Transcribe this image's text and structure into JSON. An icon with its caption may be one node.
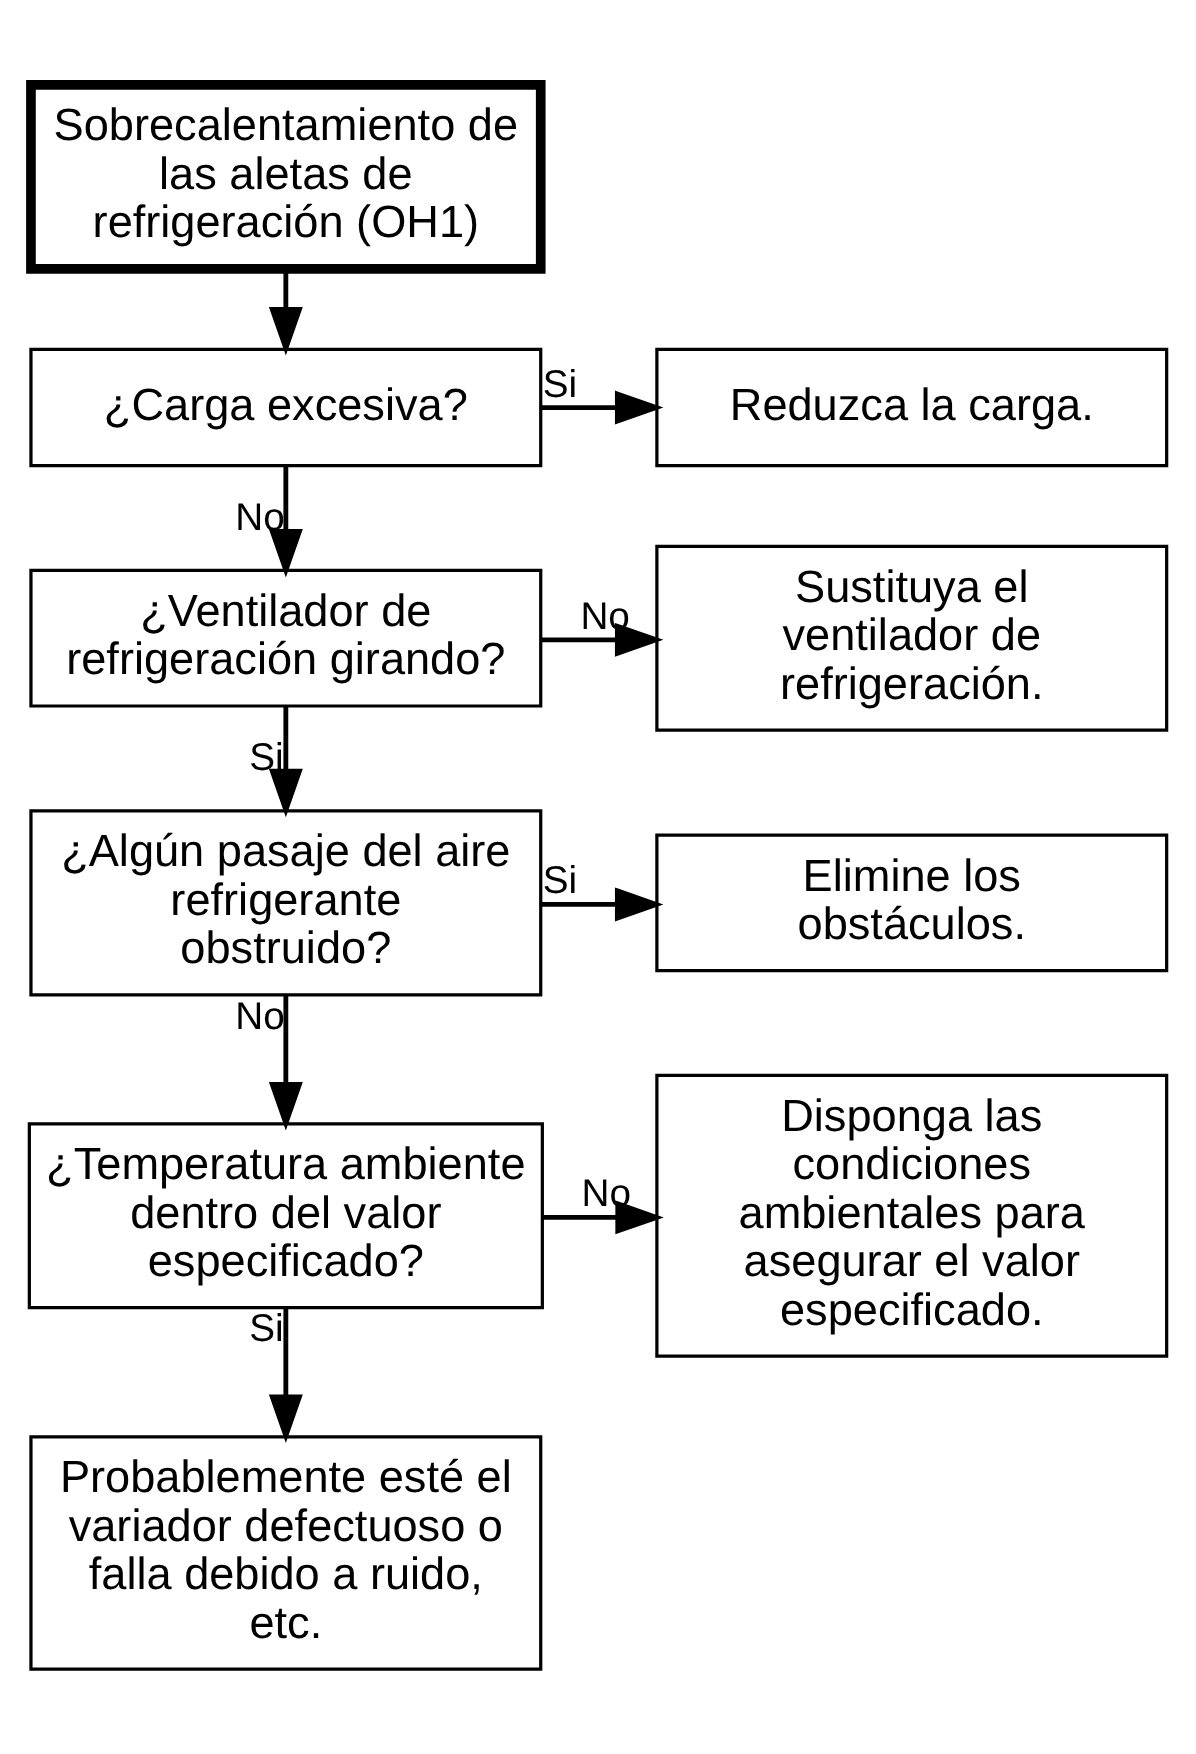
{
  "diagram": {
    "nodes": [
      {
        "text": [
          "Sobrecalentamiento de las aletas de refrigeración (OH1)"
        ]
      },
      {
        "text": [
          "¿Carga excesiva?"
        ]
      },
      {
        "text": [
          "Reduzca la carga."
        ]
      },
      {
        "text": [
          "¿Ventilador de refrigeración girando?"
        ]
      },
      {
        "text": [
          "Sustituya el ventilador de refrigeración."
        ]
      },
      {
        "text": [
          "¿Algún pasaje del aire refrigerante obstruido?"
        ]
      },
      {
        "text": [
          "Elimine los obstáculos."
        ]
      },
      {
        "text": [
          "¿Temperatura ambiente dentro del valor especificado?"
        ]
      },
      {
        "text": [
          "Disponga las condiciones ambientales para asegurar el valor especificado."
        ]
      },
      {
        "text": [
          "Probablemente esté el variador defectuoso o falla debido a ruido, etc."
        ]
      }
    ],
    "edges": [
      {
        "from": 0,
        "to": 1,
        "arrow": "to"
      },
      {
        "from": 1,
        "to": 2,
        "arrow": "to",
        "label": "Si"
      },
      {
        "from": 1,
        "to": 3,
        "arrow": "to",
        "label": "No"
      },
      {
        "from": 3,
        "to": 4,
        "arrow": "to",
        "label": "No"
      },
      {
        "from": 3,
        "to": 5,
        "arrow": "to",
        "label": "Si"
      },
      {
        "from": 5,
        "to": 6,
        "arrow": "to",
        "label": "Si"
      },
      {
        "from": 5,
        "to": 7,
        "arrow": "to",
        "label": "No"
      },
      {
        "from": 7,
        "to": 8,
        "arrow": "to",
        "label": "No"
      },
      {
        "from": 7,
        "to": 9,
        "arrow": "to",
        "label": "Si"
      }
    ]
  }
}
